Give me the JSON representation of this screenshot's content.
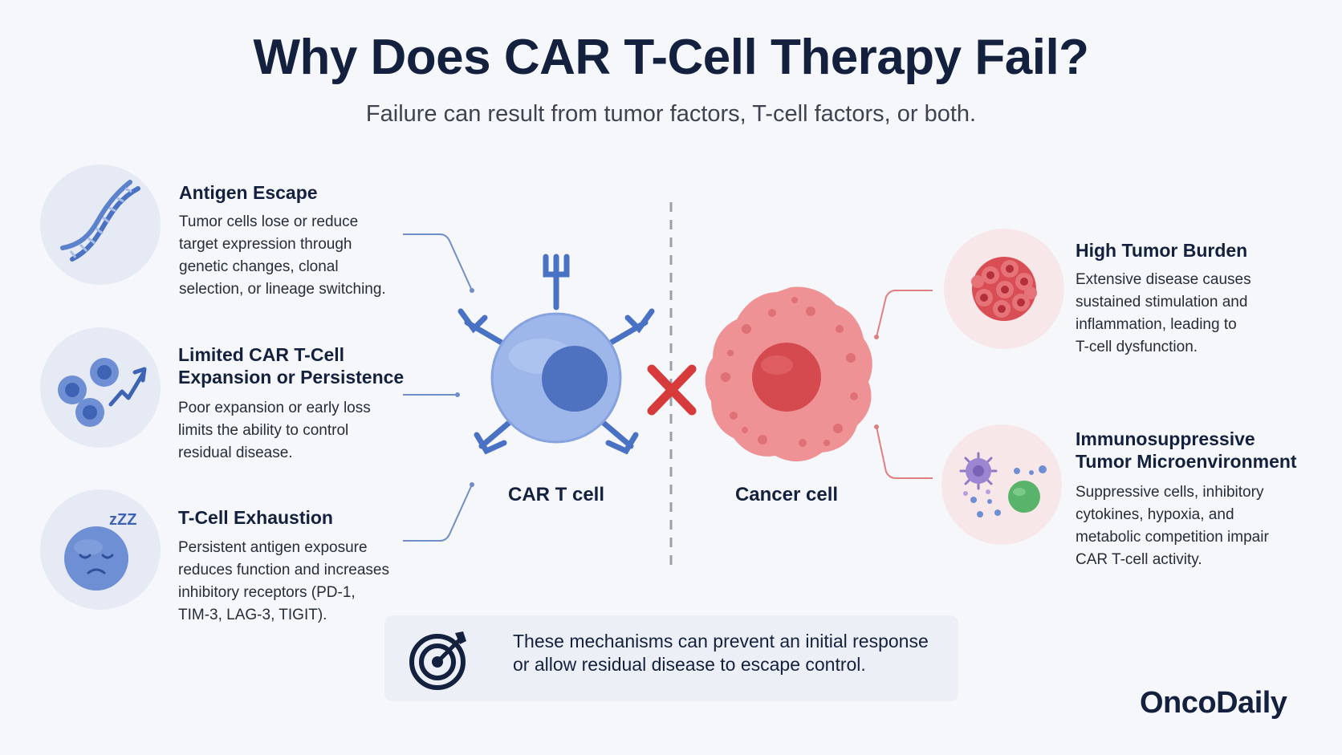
{
  "header": {
    "title": "Why Does CAR T-Cell Therapy Fail?",
    "subtitle": "Failure can result from tumor factors, T-cell factors, or both."
  },
  "left_items": [
    {
      "icon": "dna-icon",
      "title": "Antigen Escape",
      "desc_lines": [
        "Tumor cells lose or reduce",
        "target expression through",
        "genetic changes, clonal",
        "selection, or lineage switching."
      ]
    },
    {
      "icon": "cells-growth-icon",
      "title_lines": [
        "Limited CAR T-Cell",
        "Expansion or Persistence"
      ],
      "desc_lines": [
        "Poor expansion or early loss",
        "limits the ability to control",
        "residual disease."
      ]
    },
    {
      "icon": "sleepy-cell-icon",
      "title": "T-Cell Exhaustion",
      "icon_text": "zZZ",
      "desc_lines": [
        "Persistent antigen exposure",
        "reduces function and increases",
        "inhibitory receptors (PD-1,",
        "TIM-3, LAG-3, TIGIT)."
      ]
    }
  ],
  "right_items": [
    {
      "icon": "tumor-cluster-icon",
      "title": "High Tumor Burden",
      "desc_lines": [
        "Extensive disease causes",
        "sustained stimulation and",
        "inflammation, leading to",
        "T-cell dysfunction."
      ]
    },
    {
      "icon": "microenvironment-icon",
      "title_lines": [
        "Immunosuppressive",
        "Tumor Microenvironment"
      ],
      "desc_lines": [
        "Suppressive cells, inhibitory",
        "cytokines, hypoxia, and",
        "metabolic competition impair",
        "CAR T-cell activity."
      ]
    }
  ],
  "center": {
    "car_t_label": "CAR T cell",
    "cancer_label": "Cancer cell"
  },
  "note": {
    "lines": [
      "These mechanisms can prevent an initial response",
      "or allow residual disease to escape control."
    ]
  },
  "brand": "OncoDaily",
  "colors": {
    "navy": "#13213f",
    "blue": "#4a72c4",
    "connector_blue": "#6f8ec9",
    "connector_red": "#e07f7f",
    "cancer_red": "#e07176",
    "cross_red": "#d63a3a"
  }
}
